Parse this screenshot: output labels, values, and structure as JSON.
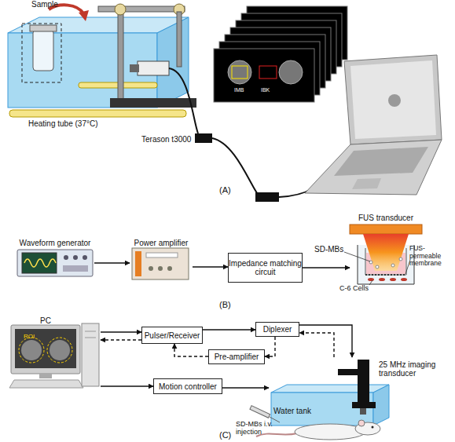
{
  "diagram": {
    "nodes": [
      {
        "text": [
          "Waveform generator"
        ]
      },
      {
        "text": [
          "Power amplifier"
        ]
      },
      {
        "text": [
          "Impedance matching circuit"
        ]
      },
      {
        "text": [
          "FUS transducer"
        ]
      },
      {
        "text": [
          "PC"
        ]
      },
      {
        "text": [
          "Pulser/Receiver"
        ]
      },
      {
        "text": [
          "Diplexer"
        ]
      },
      {
        "text": [
          "Pre-amplifier"
        ]
      },
      {
        "text": [
          "Motion controller"
        ]
      },
      {
        "text": [
          "Water tank"
        ]
      },
      {
        "text": [
          "25 MHz imaging transducer"
        ]
      }
    ],
    "edges": [
      {
        "from": 0,
        "to": 1,
        "arrow": "to"
      },
      {
        "from": 1,
        "to": 2,
        "arrow": "to"
      },
      {
        "from": 2,
        "to": 3,
        "arrow": "to"
      },
      {
        "from": 4,
        "to": 5,
        "arrow": "to"
      },
      {
        "from": 5,
        "to": 4,
        "arrow": "to"
      },
      {
        "from": 5,
        "to": 6,
        "arrow": "to"
      },
      {
        "from": 6,
        "to": 7,
        "arrow": "to"
      },
      {
        "from": 7,
        "to": 5,
        "arrow": "to"
      },
      {
        "from": 6,
        "to": 10,
        "arrow": "to"
      },
      {
        "from": 10,
        "to": 6,
        "arrow": "to"
      },
      {
        "from": 4,
        "to": 8,
        "arrow": "to"
      },
      {
        "from": 8,
        "to": 9,
        "arrow": "to"
      }
    ],
    "labels": [
      "Sample",
      "Heating tube (37°C)",
      "Terason t3000",
      "IMB",
      "IBK",
      "(A)",
      "SD-MBs",
      "FUS-permeable membrane",
      "C-6 Cells",
      "(B)",
      "ROI",
      "SD-MBs i.v. injection",
      "(C)"
    ]
  }
}
